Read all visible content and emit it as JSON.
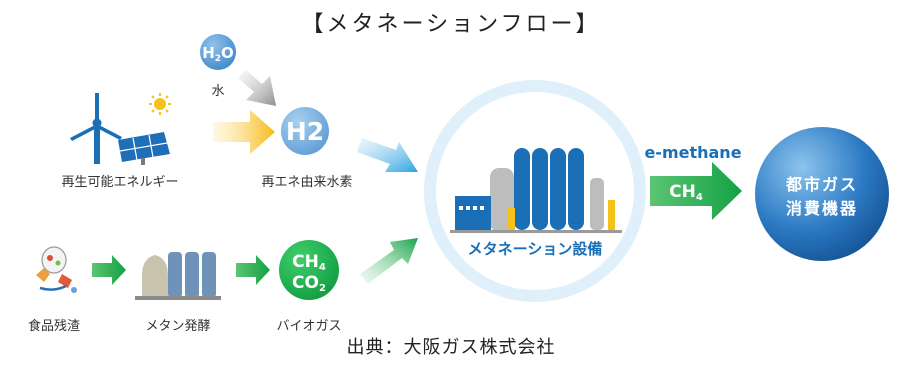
{
  "title": "【メタネーションフロー】",
  "nodes": {
    "water": {
      "formula_main": "H",
      "formula_sub": "2",
      "formula_tail": "O",
      "label": "水"
    },
    "renewable": {
      "label": "再生可能エネルギー"
    },
    "hydrogen": {
      "symbol": "H2",
      "label": "再エネ由来水素"
    },
    "food_waste": {
      "label": "食品残渣"
    },
    "methane_fermentation": {
      "label": "メタン発酵"
    },
    "biogas": {
      "line1_main": "CH",
      "line1_sub": "4",
      "line2_main": "CO",
      "line2_sub": "2",
      "label": "バイオガス"
    },
    "methanation": {
      "label": "メタネーション設備"
    },
    "e_methane": {
      "logo": "e-methane",
      "formula_main": "CH",
      "formula_sub": "4"
    },
    "city_gas": {
      "line1": "都市ガス",
      "line2": "消費機器"
    }
  },
  "credit": "出典：大阪ガス株式会社",
  "colors": {
    "blue_dark": "#1a6fb6",
    "blue_light": "#7ab0dc",
    "green": "#19a84a",
    "yellow": "#f6c21a",
    "ring": "#dff0fb"
  }
}
